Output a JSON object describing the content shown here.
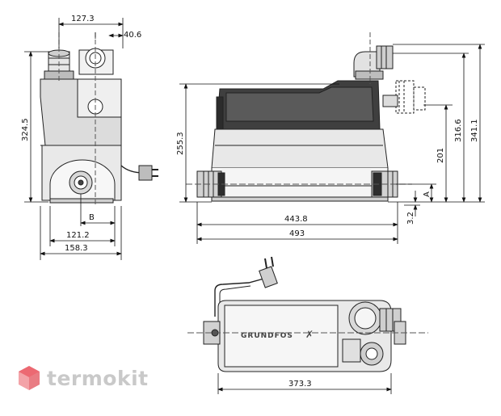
{
  "dimensions": {
    "top_width": "127.3",
    "pipe_offset": "40.6",
    "side_height": "324.5",
    "inner_width": "121.2",
    "outer_width": "158.3",
    "label_b": "B",
    "front_height": "255.3",
    "height_201": "201",
    "height_316": "316.6",
    "height_341": "341.1",
    "label_a": "A",
    "base_32": "3.2",
    "length_443": "443.8",
    "length_493": "493",
    "top_length": "373.3"
  },
  "product": {
    "brand_text": "GRUNDFOS"
  },
  "watermark": {
    "text": "termokit",
    "icon_color": "#e8505b"
  }
}
